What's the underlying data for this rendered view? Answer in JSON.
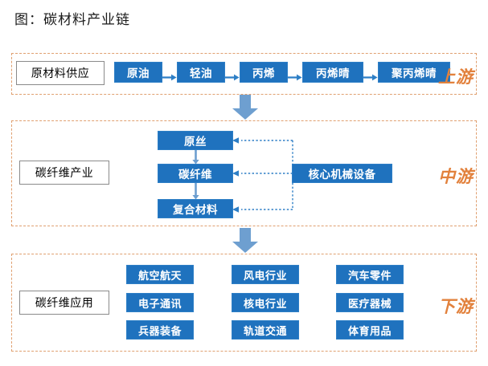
{
  "title": "图：碳材料产业链",
  "colors": {
    "node_blue": "#1F72BE",
    "tier_orange": "#E2813C",
    "frame_dashed": "#E0A070",
    "arrow_blue": "#6E9FD0",
    "label_border": "#8a8a8a"
  },
  "sections": {
    "upstream": {
      "stage_label": "原材料供应",
      "tier_tag": "上游",
      "chain": [
        {
          "label": "原油"
        },
        {
          "label": "轻油"
        },
        {
          "label": "丙烯"
        },
        {
          "label": "丙烯晴"
        },
        {
          "label": "聚丙烯晴"
        }
      ]
    },
    "midstream": {
      "stage_label": "碳纤维产业",
      "tier_tag": "中游",
      "chain": [
        {
          "label": "原丝"
        },
        {
          "label": "碳纤维"
        },
        {
          "label": "复合材料"
        }
      ],
      "support": {
        "label": "核心机械设备"
      }
    },
    "downstream": {
      "stage_label": "碳纤维应用",
      "tier_tag": "下游",
      "applications": [
        {
          "label": "航空航天"
        },
        {
          "label": "风电行业"
        },
        {
          "label": "汽车零件"
        },
        {
          "label": "电子通讯"
        },
        {
          "label": "核电行业"
        },
        {
          "label": "医疗器械"
        },
        {
          "label": "兵器装备"
        },
        {
          "label": "轨道交通"
        },
        {
          "label": "体育用品"
        }
      ]
    }
  },
  "connectors": {
    "flow_arrow": "arrow-right-icon",
    "down_arrow": "arrow-down-icon",
    "block_arrow": "block-arrow-down-icon",
    "dotted_link": "dotted-bracket-connector"
  }
}
